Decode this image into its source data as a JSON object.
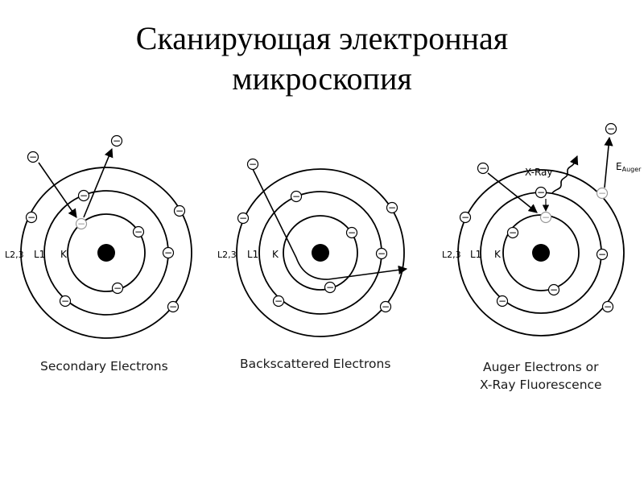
{
  "title": {
    "line1": "Сканирующая электронная",
    "line2": "микроскопия"
  },
  "electron_symbol": "−",
  "panels": [
    {
      "caption": [
        "Secondary Electrons"
      ],
      "shell_labels": {
        "outer": "L2,3",
        "middle": "L1",
        "inner": "K"
      }
    },
    {
      "caption": [
        "Backscattered Electrons"
      ],
      "shell_labels": {
        "outer": "L2,3",
        "middle": "L1",
        "inner": "K"
      }
    },
    {
      "caption": [
        "Auger Electrons or",
        "X-Ray Fluorescence"
      ],
      "shell_labels": {
        "outer": "L2,3",
        "middle": "L1",
        "inner": "K"
      },
      "annotations": {
        "xray": "X-Ray",
        "auger_energy": "EAuger"
      }
    }
  ],
  "colors": {
    "stroke": "#000000",
    "vacancy": "#999999",
    "nucleus": "#000000"
  }
}
